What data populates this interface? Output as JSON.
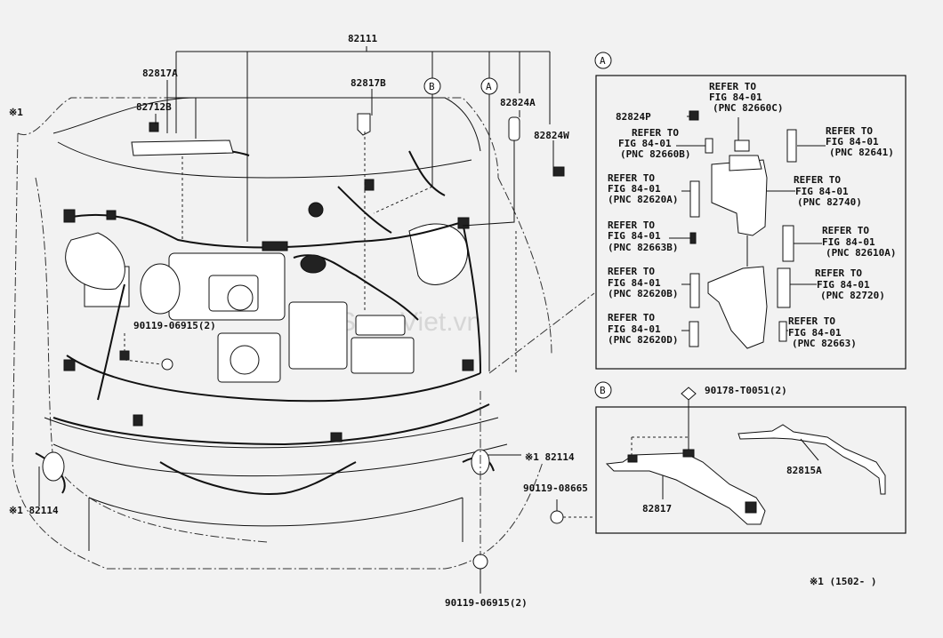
{
  "callouts": {
    "harness_main": "82111",
    "p82817A": "82817A",
    "p82712B": "82712B",
    "p82817B": "82817B",
    "p82824A": "82824A",
    "p82824W": "82824W",
    "bolt_left": "90119-06915(2)",
    "p82114_right": "※1 82114",
    "p82114_left": "※1 82114",
    "bolt_right": "90119-08665",
    "bolt_bottom": "90119-06915(2)"
  },
  "circle_labels": {
    "a": "A",
    "b": "B"
  },
  "inset_a": {
    "tag": "A",
    "part_82824P": "82824P",
    "refs": [
      {
        "l1": "REFER TO",
        "l2": "FIG 84-01",
        "l3": "(PNC 82660C)"
      },
      {
        "l1": "REFER TO",
        "l2": "FIG 84-01",
        "l3": "(PNC 82660B)"
      },
      {
        "l1": "REFER TO",
        "l2": "FIG 84-01",
        "l3": "(PNC 82641)"
      },
      {
        "l1": "REFER TO",
        "l2": "FIG 84-01",
        "l3": "(PNC 82620A)"
      },
      {
        "l1": "REFER TO",
        "l2": "FIG 84-01",
        "l3": "(PNC 82740)"
      },
      {
        "l1": "REFER TO",
        "l2": "FIG 84-01",
        "l3": "(PNC 82663B)"
      },
      {
        "l1": "REFER TO",
        "l2": "FIG 84-01",
        "l3": "(PNC 82610A)"
      },
      {
        "l1": "REFER TO",
        "l2": "FIG 84-01",
        "l3": "(PNC 82620B)"
      },
      {
        "l1": "REFER TO",
        "l2": "FIG 84-01",
        "l3": "(PNC 82720)"
      },
      {
        "l1": "REFER TO",
        "l2": "FIG 84-01",
        "l3": "(PNC 82620D)"
      },
      {
        "l1": "REFER TO",
        "l2": "FIG 84-01",
        "l3": "(PNC 82663)"
      }
    ]
  },
  "inset_b": {
    "tag": "B",
    "clip": "90178-T0051(2)",
    "p82815A": "82815A",
    "p82817": "82817"
  },
  "footnote": "※1 (1502-     )",
  "watermark": "SoanViet.vn"
}
